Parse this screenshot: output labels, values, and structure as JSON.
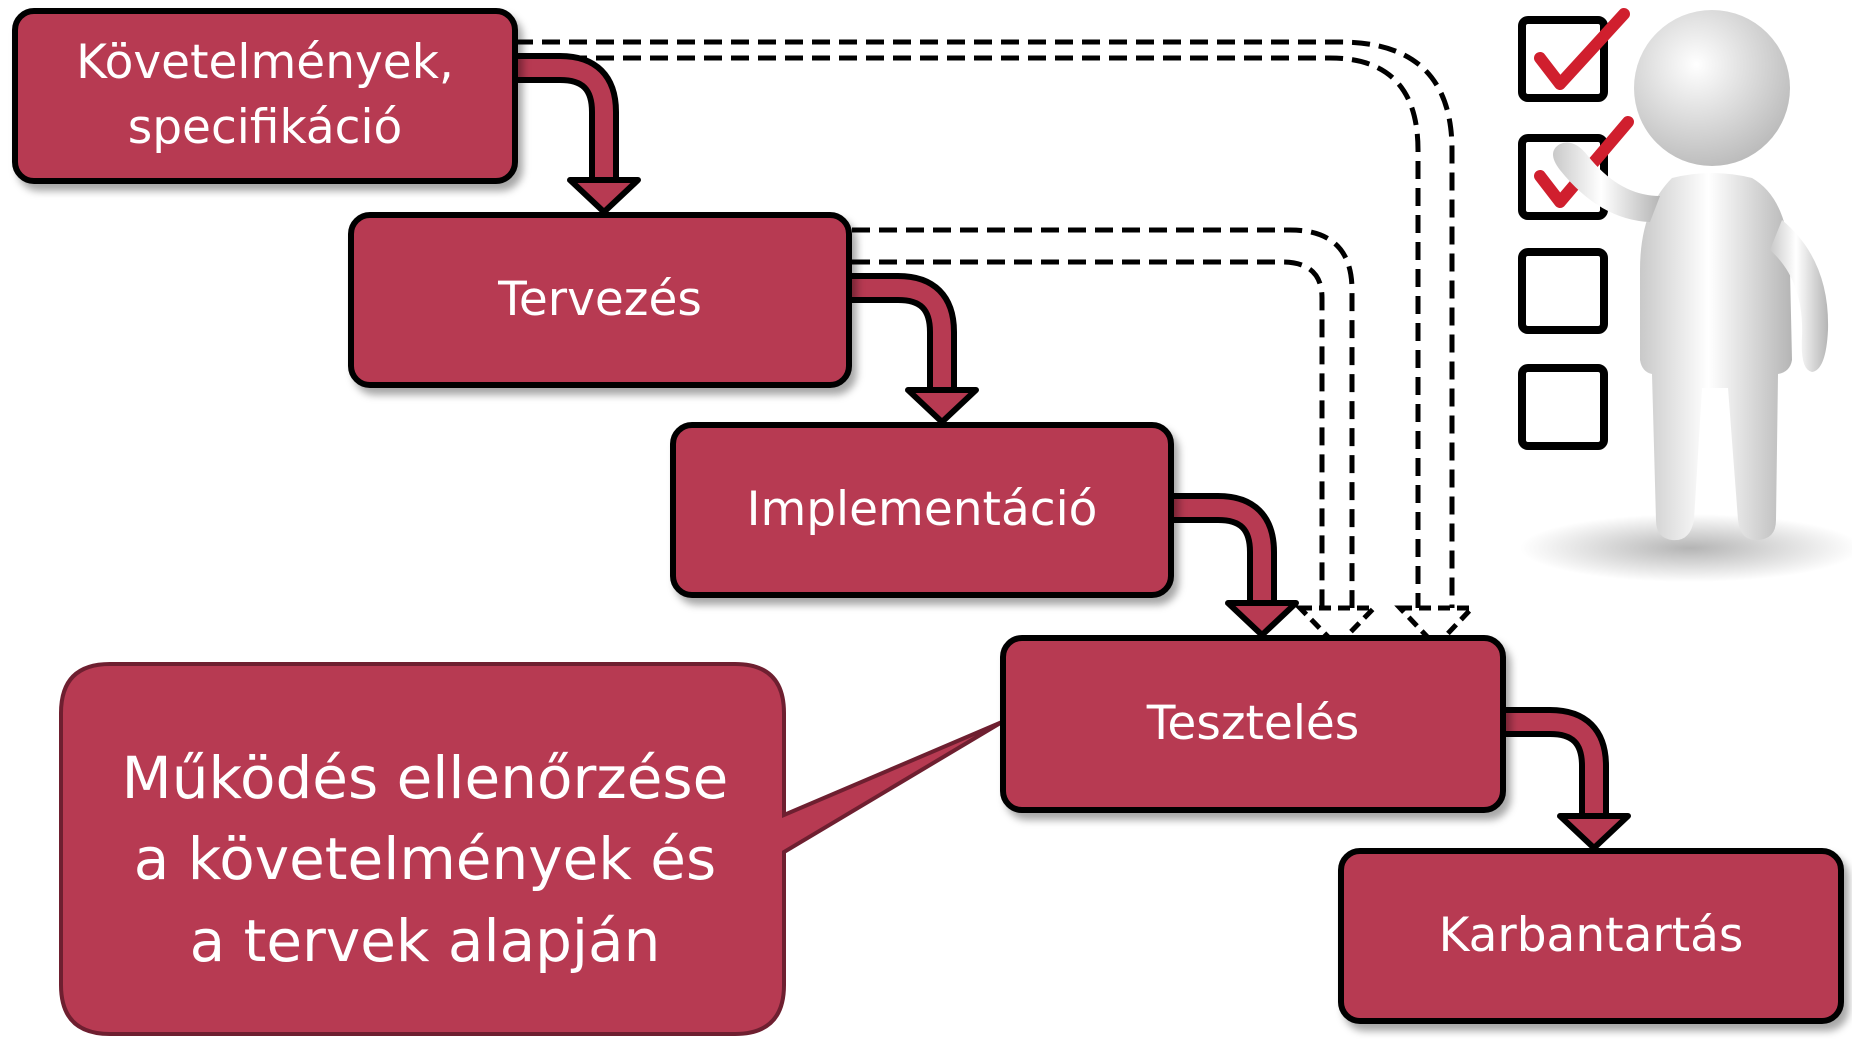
{
  "diagram": {
    "steps": [
      {
        "lines": [
          "Követelmények,",
          "specifikáció"
        ]
      },
      {
        "lines": [
          "Tervezés"
        ]
      },
      {
        "lines": [
          "Implementáció"
        ]
      },
      {
        "lines": [
          "Tesztelés"
        ]
      },
      {
        "lines": [
          "Karbantartás"
        ]
      }
    ],
    "callout": {
      "lines": [
        "Működés ellenőrzése",
        "a követelmények és",
        "a tervek alapján"
      ]
    },
    "checklist": {
      "checked": [
        true,
        true,
        false,
        false
      ]
    },
    "colors": {
      "box_fill": "#b73a52",
      "outline": "#000000",
      "check": "#d01f2e"
    }
  }
}
